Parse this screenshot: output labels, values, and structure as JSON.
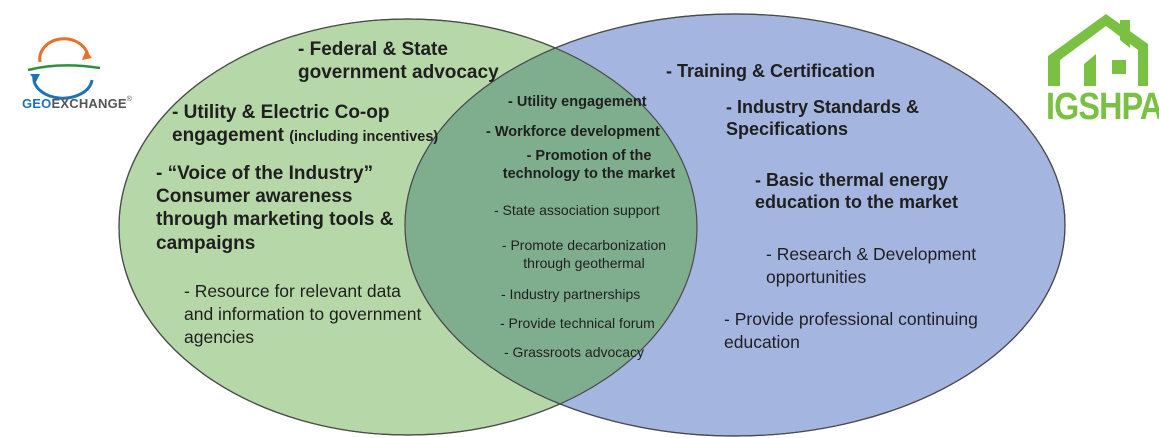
{
  "logos": {
    "left": {
      "text_bold": "GEO",
      "text_rest": "EXCHANGE",
      "mark": "®",
      "icon": "geoexchange-globe-arrows-icon",
      "colors": {
        "orange": "#e8702a",
        "blue": "#1e73b8",
        "green": "#2f8f3a"
      }
    },
    "right": {
      "text": "IGSHPA",
      "icon": "igshpa-house-icon",
      "color": "#7ac143"
    }
  },
  "colors": {
    "left_circle": "#b6d7a8",
    "right_circle": "#a4b6e0",
    "overlap": "#7fae8e",
    "outline": "#444444"
  },
  "left": {
    "items": [
      {
        "text": "- Federal & State government advocacy",
        "lines": [
          "- Federal & State",
          "government advocacy"
        ]
      },
      {
        "lines": [
          "- Utility & Electric Co-op",
          "engagement "
        ],
        "suffix": "(including incentives)"
      },
      {
        "lines": [
          "- “Voice of the Industry”",
          "Consumer awareness",
          "through marketing tools &",
          "campaigns"
        ]
      },
      {
        "lines": [
          "- Resource for relevant data",
          "and information to government",
          "agencies"
        ]
      }
    ]
  },
  "center": {
    "items": [
      "- Utility engagement",
      "- Workforce development",
      "- Promotion of the",
      "technology to the market",
      "- State association support",
      "- Promote decarbonization",
      "through geothermal",
      "- Industry partnerships",
      "- Provide technical forum",
      "- Grassroots advocacy"
    ]
  },
  "right": {
    "items": [
      "- Training & Certification",
      "- Industry Standards &",
      "Specifications",
      "- Basic thermal energy",
      "education to the market",
      "- Research & Development",
      "opportunities",
      "- Provide professional continuing",
      "education"
    ]
  }
}
